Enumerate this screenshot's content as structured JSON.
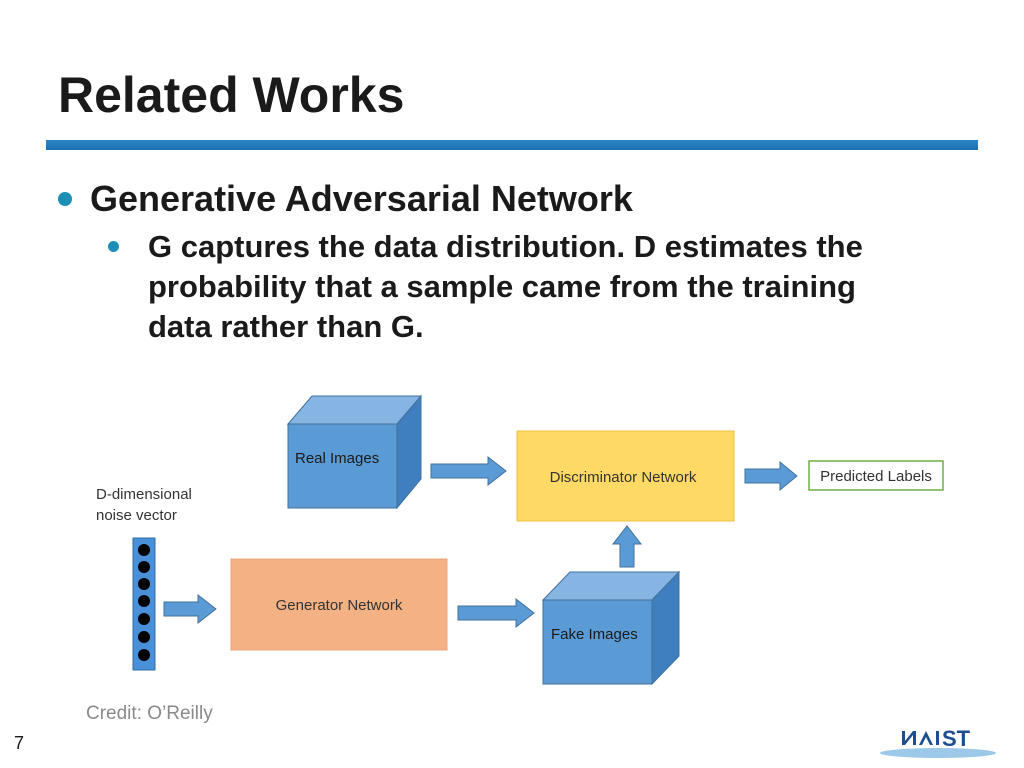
{
  "slide": {
    "title": "Related Works",
    "bullet_1": "Generative Adversarial Network",
    "bullet_1_1": "G captures the data distribution. D estimates the probability that a sample came from the training data rather than G.",
    "credit": "Credit: O’Reilly",
    "page_number": "7"
  },
  "diagram": {
    "noise_label_line1": "D-dimensional",
    "noise_label_line2": "noise vector",
    "real_images": "Real Images",
    "discriminator": "Discriminator Network",
    "predicted_labels": "Predicted Labels",
    "generator": "Generator Network",
    "fake_images": "Fake Images"
  },
  "logo": {
    "text": "ST"
  },
  "colors": {
    "accent": "#1d6fae",
    "bullet": "#1c8fb6",
    "cube_front": "#5b9bd5",
    "discriminator_fill": "#ffd966",
    "generator_fill": "#f4b183",
    "predicted_border": "#70ad47"
  }
}
